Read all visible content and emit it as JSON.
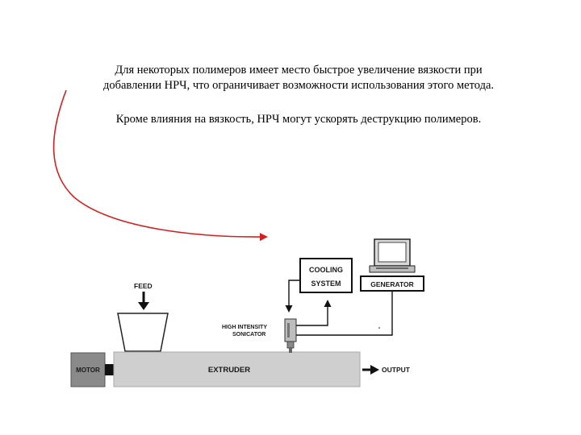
{
  "text": {
    "para1_line1": "Для некоторых полимеров имеет место быстрое увеличение вязкости при",
    "para1_line2": "добавлении НРЧ, что ограничивает возможности использования этого метода.",
    "para2": "Кроме влияния на вязкость, НРЧ могут  ускорять деструкцию полимеров."
  },
  "diagram": {
    "feed": "FEED",
    "motor": "MOTOR",
    "extruder": "EXTRUDER",
    "output": "OUTPUT",
    "cooling_line1": "COOLING",
    "cooling_line2": "SYSTEM",
    "generator": "GENERATOR",
    "sonicator_line1": "HIGH INTENSITY",
    "sonicator_line2": "SONICATOR"
  },
  "colors": {
    "arrow": "#d42020",
    "motor": "#8a8a8a",
    "extruder": "#cfcfcf"
  }
}
